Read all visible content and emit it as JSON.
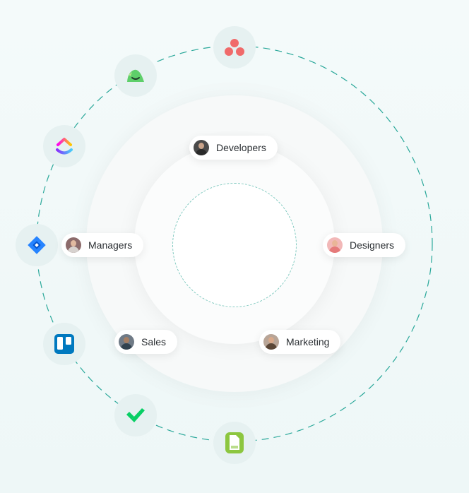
{
  "roles": {
    "developers": "Developers",
    "managers": "Managers",
    "designers": "Designers",
    "sales": "Sales",
    "marketing": "Marketing"
  },
  "integrations": [
    {
      "name": "asana-icon",
      "color": "#f06a6a"
    },
    {
      "name": "basecamp-icon",
      "color": "#5ecf6a"
    },
    {
      "name": "clickup-icon",
      "color": "#7b68ee"
    },
    {
      "name": "jira-icon",
      "color": "#2684ff"
    },
    {
      "name": "trello-icon",
      "color": "#0079bf"
    },
    {
      "name": "wrike-icon",
      "color": "#08cf65"
    },
    {
      "name": "csv-file-icon",
      "color": "#8cc63f"
    }
  ],
  "colors": {
    "orbit_dash": "#2aa89a",
    "node_bg": "#e6f1f1"
  }
}
